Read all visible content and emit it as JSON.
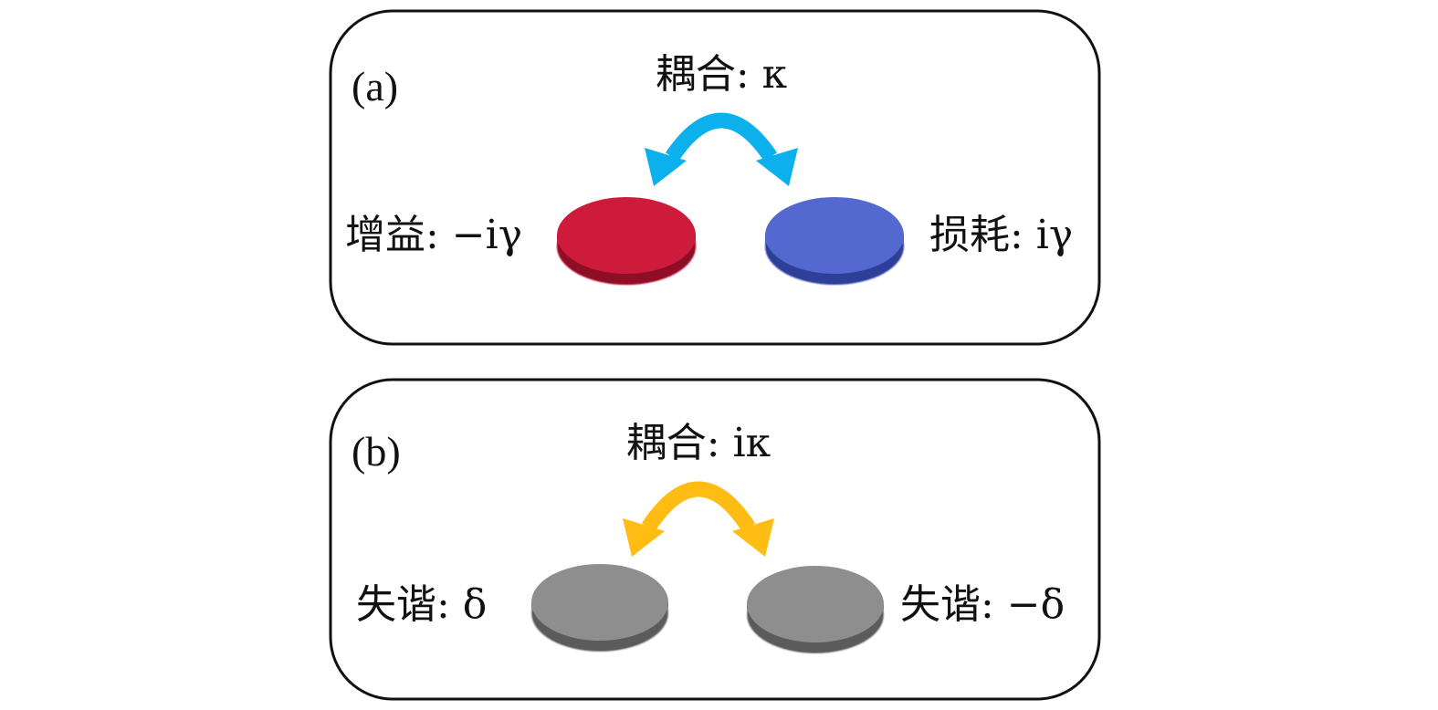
{
  "panels": [
    {
      "id": "a",
      "tag": "(a)",
      "coupling_label": "耦合: κ",
      "left_label": "增益: −iγ",
      "right_label": "损耗: iγ",
      "arrow_color": "#0BB0EC",
      "left_disk": {
        "top": "#CE1A3B",
        "side": "#8E0E26",
        "edge": "#E65A74"
      },
      "right_disk": {
        "top": "#5469CF",
        "side": "#2E3F97",
        "edge": "#8C99E2"
      }
    },
    {
      "id": "b",
      "tag": "(b)",
      "coupling_label": "耦合: iκ",
      "left_label": "失谐: δ",
      "right_label": "失谐: −δ",
      "arrow_color": "#FFBD13",
      "left_disk": {
        "top": "#8E8E8E",
        "side": "#5B5B5B",
        "edge": "#C4C4C4"
      },
      "right_disk": {
        "top": "#8E8E8E",
        "side": "#5B5B5B",
        "edge": "#C4C4C4"
      }
    }
  ]
}
